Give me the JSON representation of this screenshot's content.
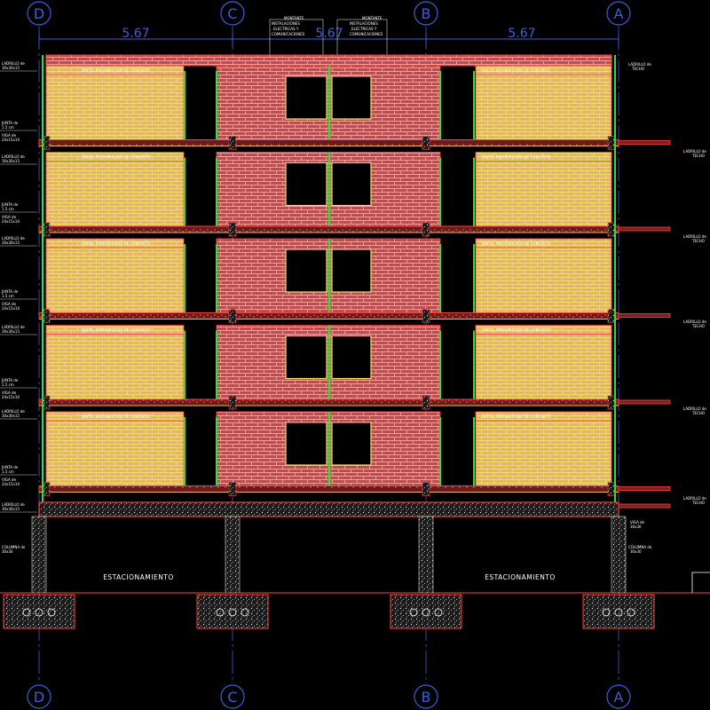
{
  "axes": [
    "D",
    "C",
    "B",
    "A"
  ],
  "dimensions": [
    "5.67",
    "5.67",
    "5.67"
  ],
  "montante_label": {
    "line1": "MONTANTE",
    "line2": "INSTALACIONES",
    "line3": "ELECTRICAS Y",
    "line4": "COMUNICACIONES"
  },
  "lintel_label": "DINTEL PREFABRICADO DE CONCRETO",
  "left_labels": {
    "ladrillo_line1": "LADRILLO de",
    "ladrillo_line2": "30x30x15",
    "junta_line1": "JUNTA de",
    "junta_line2": "1.5 cm",
    "viga_line1": "VIGA de",
    "viga_line2": "24x15x10",
    "columna_line1": "COLUMNA de",
    "columna_line2": "30x30"
  },
  "right_labels": {
    "ladrillo_line1": "LADRILLO de",
    "ladrillo_line2": "TECHO",
    "viga_line1": "VIGA de",
    "viga_line2": "30x30",
    "columna_line1": "COLUMNA de",
    "columna_line2": "30x30"
  },
  "parking_label": "ESTACIONAMIENTO",
  "floors": 5,
  "colors": {
    "background": "#000000",
    "brick_light": "#e8b888",
    "brick_dark": "#bf5656",
    "mortar_light": "#f0e060",
    "mortar_dark": "#ff9a9a",
    "slab": "#ff4040",
    "slab_fill": "#7a2020",
    "green": "#33dd33",
    "blue": "#3a5fd8",
    "concrete": "#cfcfcf"
  }
}
